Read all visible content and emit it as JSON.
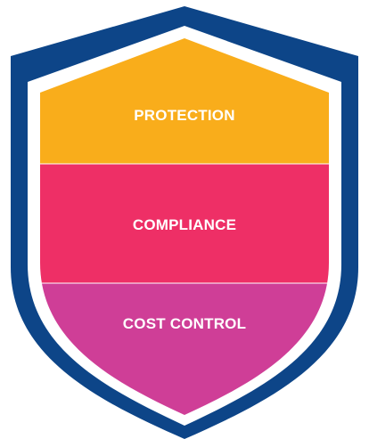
{
  "shield": {
    "colors": {
      "outer_border": "#0d4588",
      "inner_border": "#ffffff",
      "protection": "#f9ad1b",
      "compliance": "#ee2f66",
      "cost_control": "#cf3e97",
      "label_text": "#ffffff"
    },
    "layers": [
      {
        "id": "protection",
        "label": "PROTECTION"
      },
      {
        "id": "compliance",
        "label": "COMPLIANCE"
      },
      {
        "id": "cost_control",
        "label": "COST CONTROL"
      }
    ]
  }
}
